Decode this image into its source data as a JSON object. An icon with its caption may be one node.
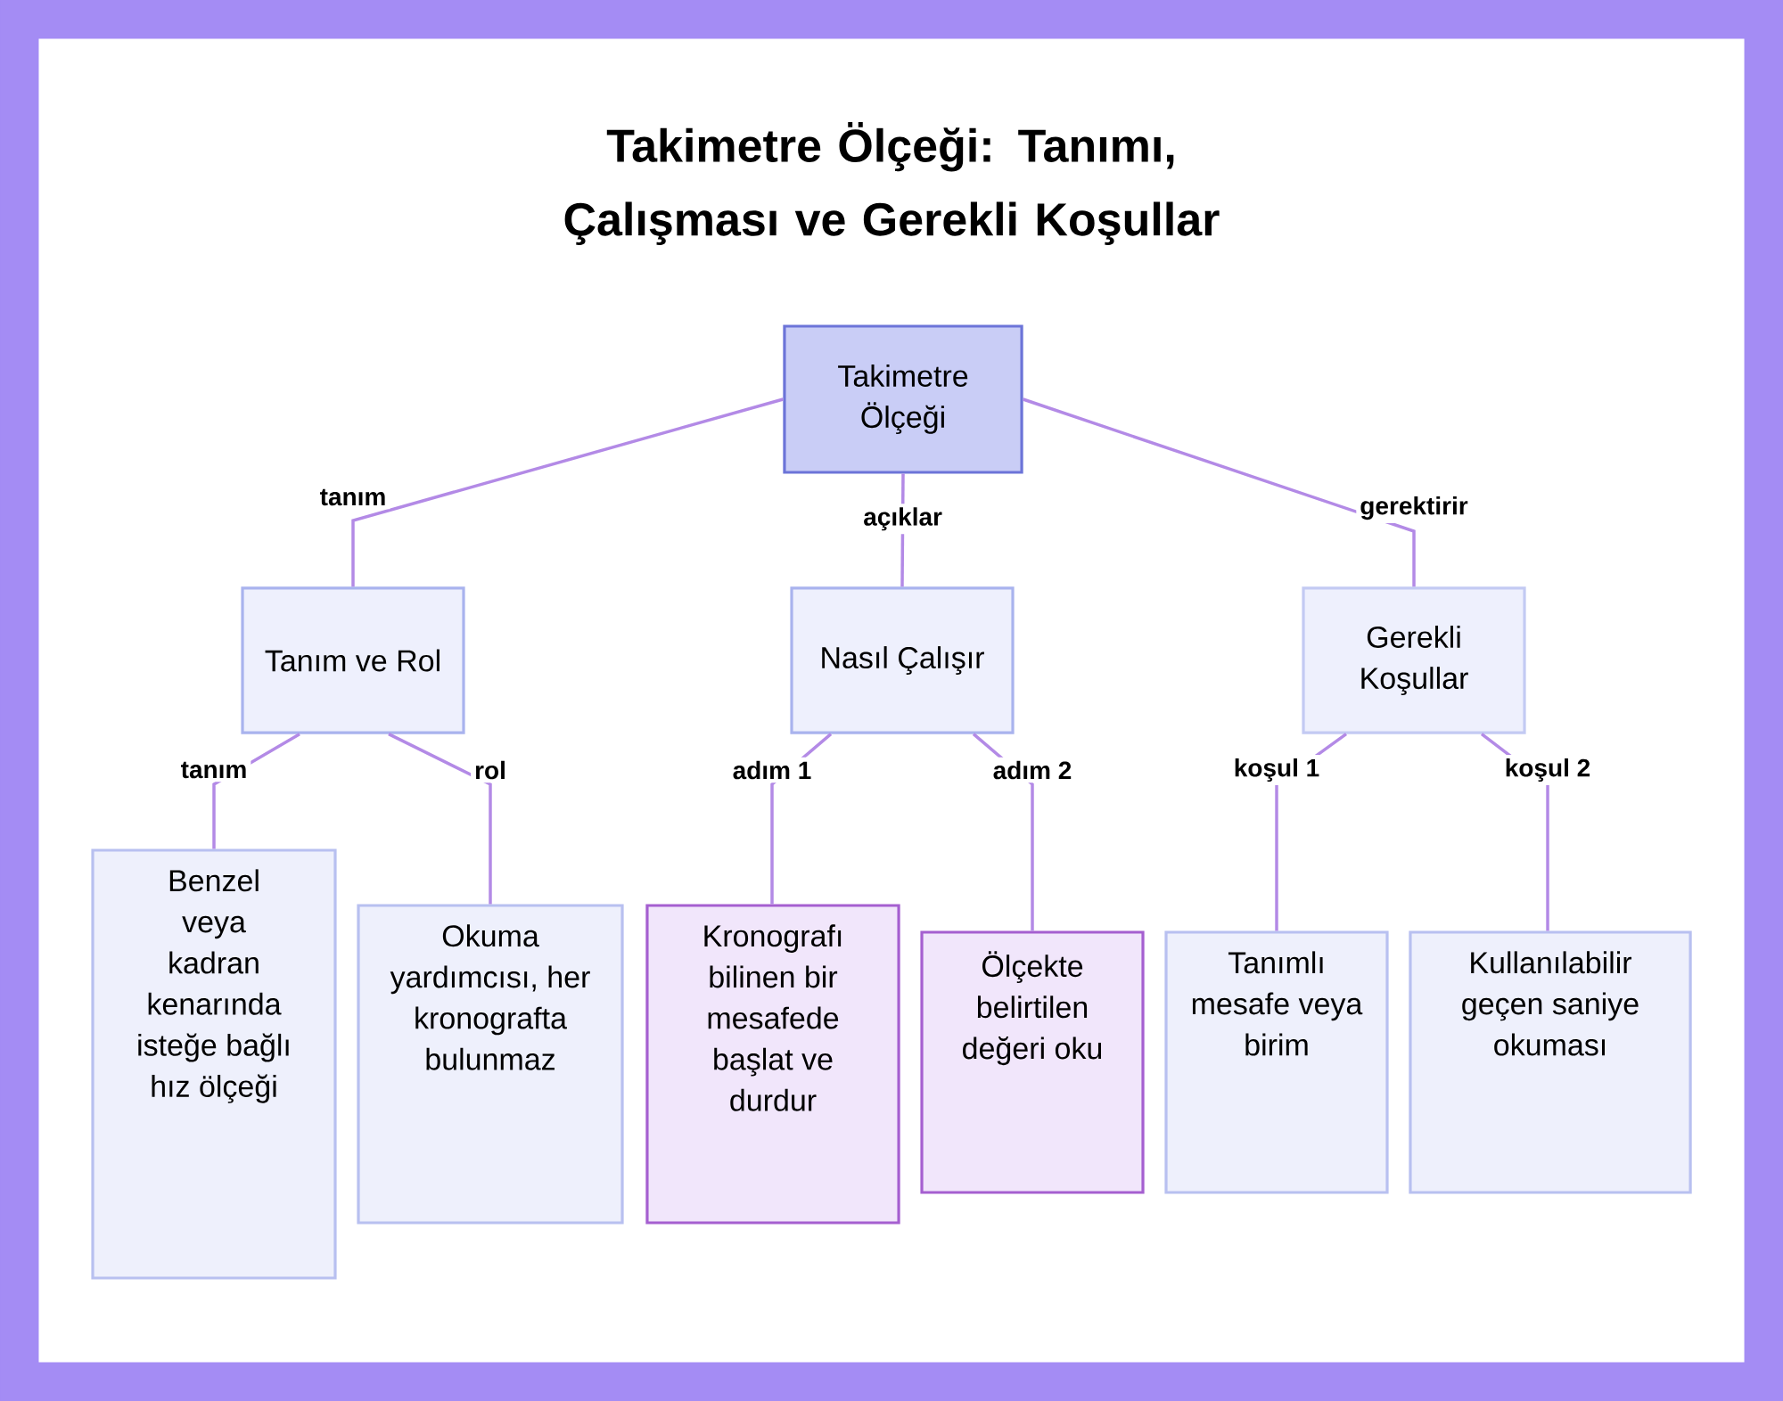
{
  "diagram": {
    "title": "Takimetre Ölçeği: Tanımı, Çalışması ve Gerekli Koşullar",
    "nodes": [
      {
        "text": [
          "Takimetre Ölçeği"
        ]
      },
      {
        "text": [
          "Tanım ve Rol"
        ]
      },
      {
        "text": [
          "Nasıl Çalışır"
        ]
      },
      {
        "text": [
          "Gerekli Koşullar"
        ]
      },
      {
        "text": [
          "Benzel veya kadran kenarında isteğe bağlı hız ölçeği"
        ]
      },
      {
        "text": [
          "Okuma yardımcısı, her kronografta bulunmaz"
        ]
      },
      {
        "text": [
          "Kronografı bilinen bir mesafede başlat ve durdur"
        ]
      },
      {
        "text": [
          "Ölçekte belirtilen değeri oku"
        ]
      },
      {
        "text": [
          "Tanımlı mesafe veya birim"
        ]
      },
      {
        "text": [
          "Kullanılabilir geçen saniye okuması"
        ]
      }
    ],
    "edges": [
      {
        "from": 0,
        "to": 1,
        "arrow": "none",
        "label": "tanım"
      },
      {
        "from": 0,
        "to": 2,
        "arrow": "none",
        "label": "açıklar"
      },
      {
        "from": 0,
        "to": 3,
        "arrow": "none",
        "label": "gerektirir"
      },
      {
        "from": 1,
        "to": 4,
        "arrow": "none",
        "label": "tanım"
      },
      {
        "from": 1,
        "to": 5,
        "arrow": "none",
        "label": "rol"
      },
      {
        "from": 2,
        "to": 6,
        "arrow": "none",
        "label": "adım 1"
      },
      {
        "from": 2,
        "to": 7,
        "arrow": "none",
        "label": "adım 2"
      },
      {
        "from": 3,
        "to": 8,
        "arrow": "none",
        "label": "koşul 1"
      },
      {
        "from": 3,
        "to": 9,
        "arrow": "none",
        "label": "koşul 2"
      }
    ]
  }
}
